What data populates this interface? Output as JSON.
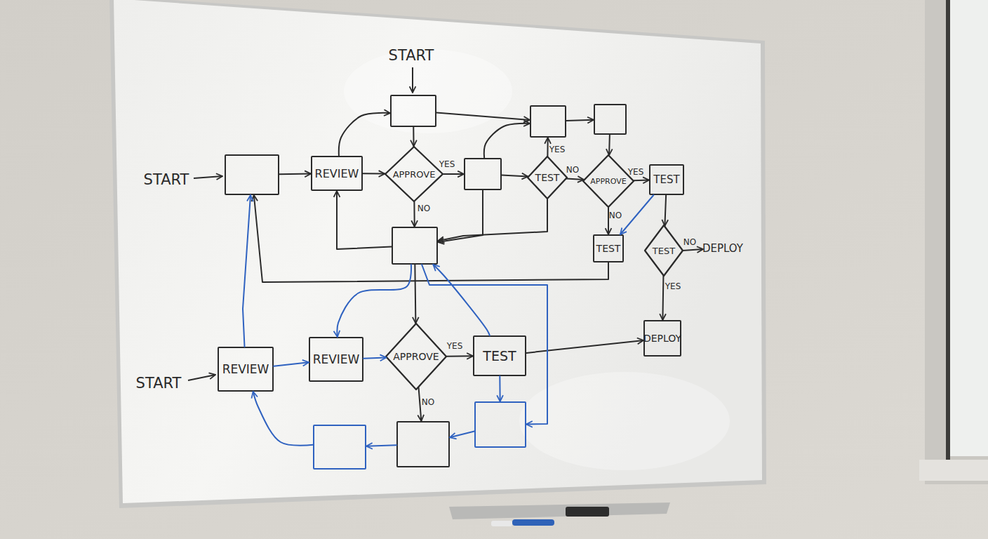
{
  "diagram": {
    "nodes": [
      {},
      {},
      {},
      {},
      {
        "text": [
          "REVIEW"
        ]
      },
      {
        "text": [
          "APPROVE"
        ]
      },
      {},
      {
        "text": [
          "TEST"
        ]
      },
      {
        "text": [
          "APPROVE"
        ]
      },
      {
        "text": [
          "TEST"
        ]
      },
      {},
      {
        "text": [
          "TEST"
        ]
      },
      {
        "text": [
          "TEST"
        ]
      },
      {
        "text": [
          "REVIEW"
        ]
      },
      {
        "text": [
          "REVIEW"
        ]
      },
      {
        "text": [
          "APPROVE"
        ]
      },
      {
        "text": [
          "TEST"
        ]
      },
      {
        "text": [
          "DEPLOY"
        ]
      },
      {},
      {},
      {}
    ],
    "edges": [
      {
        "from": 3,
        "to": 4,
        "arrow": "to"
      },
      {
        "from": 4,
        "to": 0,
        "arrow": "to"
      },
      {
        "from": 0,
        "to": 5,
        "arrow": "to"
      },
      {
        "from": 4,
        "to": 5,
        "arrow": "to"
      },
      {
        "from": 5,
        "to": 6,
        "label": "YES",
        "arrow": "to"
      },
      {
        "from": 5,
        "to": 10,
        "label": "NO",
        "arrow": "to"
      },
      {
        "from": 10,
        "to": 4,
        "arrow": "to"
      },
      {
        "from": 0,
        "to": 1,
        "arrow": "to"
      },
      {
        "from": 1,
        "to": 2,
        "arrow": "to"
      },
      {
        "from": 6,
        "to": 1,
        "arrow": "to"
      },
      {
        "from": 6,
        "to": 7,
        "arrow": "to"
      },
      {
        "from": 6,
        "to": 10,
        "arrow": "to"
      },
      {
        "from": 7,
        "to": 1,
        "label": "YES",
        "arrow": "to"
      },
      {
        "from": 7,
        "to": 8,
        "label": "NO",
        "arrow": "to"
      },
      {
        "from": 7,
        "to": 10,
        "arrow": "to"
      },
      {
        "from": 2,
        "to": 8,
        "arrow": "to"
      },
      {
        "from": 8,
        "to": 9,
        "label": "YES",
        "arrow": "to"
      },
      {
        "from": 8,
        "to": 11,
        "label": "NO",
        "arrow": "to"
      },
      {
        "from": 9,
        "to": 11,
        "arrow": "to"
      },
      {
        "from": 9,
        "to": 12,
        "arrow": "to"
      },
      {
        "from": 12,
        "to": 17,
        "label": "YES",
        "arrow": "to"
      },
      {
        "from": 11,
        "to": 3,
        "arrow": "to"
      },
      {
        "from": 10,
        "to": 15,
        "arrow": "to"
      },
      {
        "from": 15,
        "to": 16,
        "label": "YES",
        "arrow": "to"
      },
      {
        "from": 15,
        "to": 19,
        "label": "NO",
        "arrow": "to"
      },
      {
        "from": 16,
        "to": 17,
        "arrow": "to"
      },
      {
        "from": 13,
        "to": 14,
        "arrow": "to"
      },
      {
        "from": 14,
        "to": 15,
        "arrow": "to"
      },
      {
        "from": 16,
        "to": 10,
        "arrow": "to"
      },
      {
        "from": 10,
        "to": 14,
        "arrow": "to"
      },
      {
        "from": 10,
        "to": 18,
        "arrow": "to"
      },
      {
        "from": 16,
        "to": 18,
        "arrow": "to"
      },
      {
        "from": 18,
        "to": 19,
        "arrow": "to"
      },
      {
        "from": 19,
        "to": 20,
        "arrow": "to"
      },
      {
        "from": 20,
        "to": 13,
        "arrow": "to"
      },
      {
        "from": 13,
        "to": 3,
        "arrow": "to"
      }
    ],
    "labels": [
      "START",
      "START",
      "START",
      "NO",
      "DEPLOY"
    ]
  }
}
